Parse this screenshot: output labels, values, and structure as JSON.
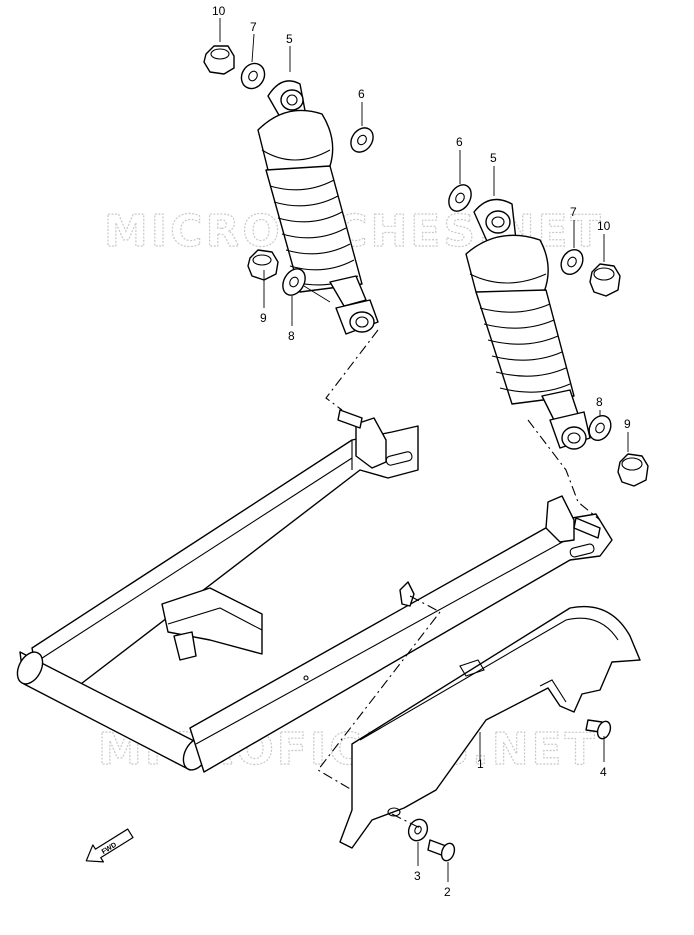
{
  "watermark": {
    "top": "MICROFICHES.NET",
    "bottom": "MICROFICHES.NET"
  },
  "fwd_label": "FWD",
  "callouts": {
    "c10_left": "10",
    "c7_left": "7",
    "c5_left": "5",
    "c6_left": "6",
    "c9_left": "9",
    "c8_left": "8",
    "c6_right": "6",
    "c5_right": "5",
    "c7_right": "7",
    "c10_right": "10",
    "c8_right": "8",
    "c9_right": "9",
    "c1": "1",
    "c4": "4",
    "c3": "3",
    "c2": "2"
  }
}
